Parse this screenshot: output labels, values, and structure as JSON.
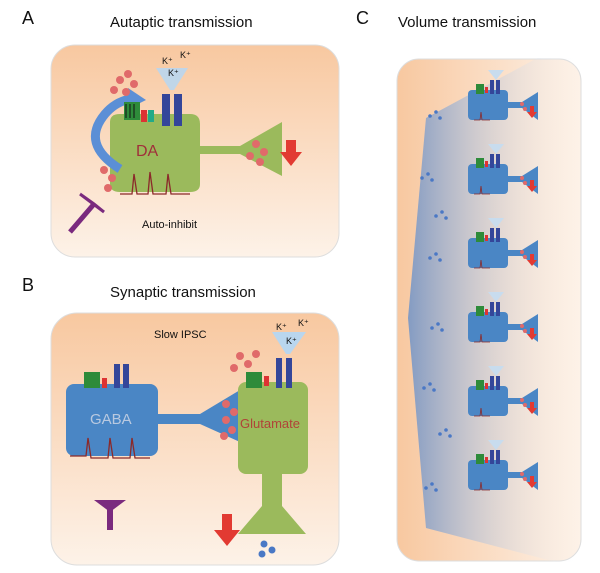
{
  "panels": {
    "a": {
      "letter": "A",
      "title": "Autaptic transmission",
      "cell_label": "DA",
      "ion_label": "K⁺",
      "note": "Auto-inhibit"
    },
    "b": {
      "letter": "B",
      "title": "Synaptic transmission",
      "gaba_label": "GABA",
      "glutamate_label": "Glutamate",
      "ion_label": "K⁺",
      "note": "Slow IPSC"
    },
    "c": {
      "letter": "C",
      "title": "Volume transmission"
    }
  },
  "colors": {
    "panel_fill_top": "#f8c9a0",
    "panel_fill_bottom": "#fdf3ea",
    "da_cell": "#9bba5c",
    "gaba_cell": "#4a86c5",
    "receptor_green": "#2e8b3a",
    "channel_blue": "#34469a",
    "vesicle_red": "#e06a6a",
    "arrow_red": "#e23a32",
    "arrow_blue": "#5b8fd6",
    "inhibit_purple": "#7a2a7e"
  }
}
